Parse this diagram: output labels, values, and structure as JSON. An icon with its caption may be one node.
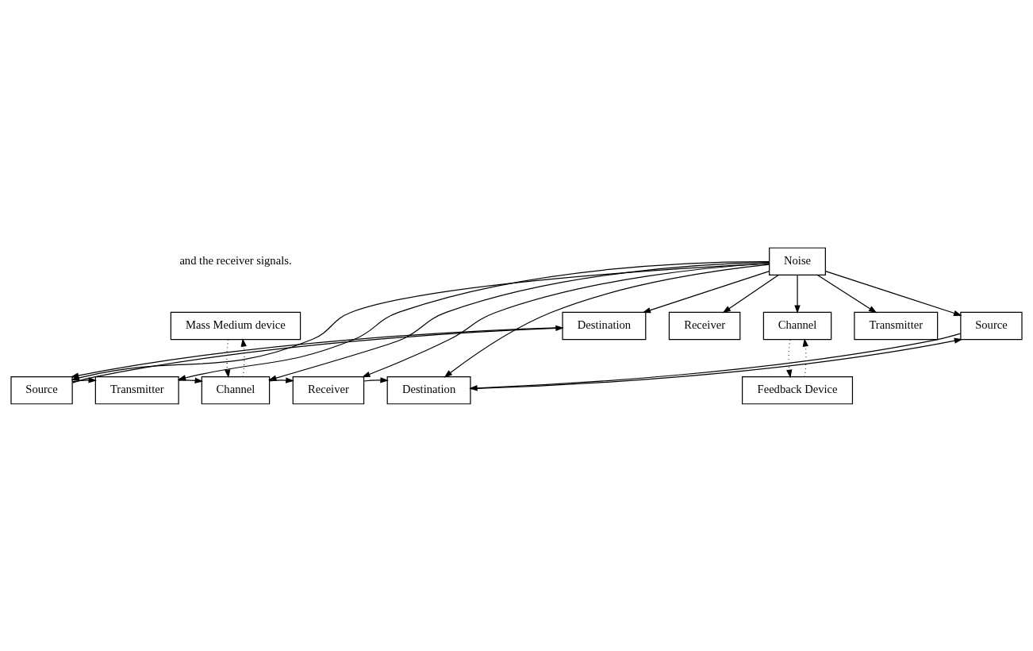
{
  "diagram": {
    "nodes": [
      {
        "text": [
          "Mass Medium device"
        ]
      },
      {
        "text": [
          "Source"
        ]
      },
      {
        "text": [
          "Transmitter"
        ]
      },
      {
        "text": [
          "Channel"
        ]
      },
      {
        "text": [
          "Receiver"
        ]
      },
      {
        "text": [
          "Destination"
        ]
      },
      {
        "text": [
          "Noise"
        ]
      },
      {
        "text": [
          "Destination"
        ]
      },
      {
        "text": [
          "Receiver"
        ]
      },
      {
        "text": [
          "Channel"
        ]
      },
      {
        "text": [
          "Transmitter"
        ]
      },
      {
        "text": [
          "Source"
        ]
      },
      {
        "text": [
          "Feedback Device"
        ]
      }
    ],
    "edges": [
      {
        "from": 1,
        "to": 2,
        "arrow": "to"
      },
      {
        "from": 2,
        "to": 3,
        "arrow": "to"
      },
      {
        "from": 3,
        "to": 4,
        "arrow": "to"
      },
      {
        "from": 4,
        "to": 5,
        "arrow": "to"
      },
      {
        "from": 3,
        "to": 0,
        "arrow": "to",
        "style": "dashed"
      },
      {
        "from": 0,
        "to": 3,
        "arrow": "to",
        "style": "dashed"
      },
      {
        "from": 7,
        "to": 1,
        "arrow": "to"
      },
      {
        "from": 1,
        "to": 7,
        "arrow": "to"
      },
      {
        "from": 11,
        "to": 5,
        "arrow": "to"
      },
      {
        "from": 5,
        "to": 11,
        "arrow": "to"
      },
      {
        "from": 6,
        "to": 1,
        "arrow": "to"
      },
      {
        "from": 6,
        "to": 2,
        "arrow": "to"
      },
      {
        "from": 6,
        "to": 3,
        "arrow": "to"
      },
      {
        "from": 6,
        "to": 4,
        "arrow": "to"
      },
      {
        "from": 6,
        "to": 5,
        "arrow": "to"
      },
      {
        "from": 6,
        "to": 7,
        "arrow": "to"
      },
      {
        "from": 6,
        "to": 8,
        "arrow": "to"
      },
      {
        "from": 6,
        "to": 9,
        "arrow": "to"
      },
      {
        "from": 6,
        "to": 10,
        "arrow": "to"
      },
      {
        "from": 6,
        "to": 11,
        "arrow": "to"
      },
      {
        "from": 12,
        "to": 9,
        "arrow": "to",
        "style": "dashed"
      },
      {
        "from": 9,
        "to": 12,
        "arrow": "to",
        "style": "dashed"
      }
    ],
    "labels": [
      "and the receiver signals."
    ]
  }
}
